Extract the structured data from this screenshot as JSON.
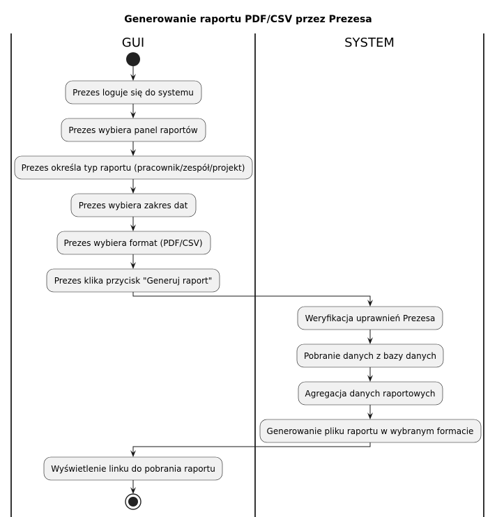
{
  "diagram": {
    "title": "Generowanie raportu PDF/CSV przez Prezesa",
    "lanes": [
      {
        "label": "GUI"
      },
      {
        "label": "SYSTEM"
      }
    ],
    "nodes": [
      {
        "id": "n1",
        "lane": 0,
        "text": "Prezes loguje się do systemu"
      },
      {
        "id": "n2",
        "lane": 0,
        "text": "Prezes wybiera panel raportów"
      },
      {
        "id": "n3",
        "lane": 0,
        "text": "Prezes określa typ raportu (pracownik/zespół/projekt)"
      },
      {
        "id": "n4",
        "lane": 0,
        "text": "Prezes wybiera zakres dat"
      },
      {
        "id": "n5",
        "lane": 0,
        "text": "Prezes wybiera format (PDF/CSV)"
      },
      {
        "id": "n6",
        "lane": 0,
        "text": "Prezes klika przycisk \"Generuj raport\""
      },
      {
        "id": "n7",
        "lane": 1,
        "text": "Weryfikacja uprawnień Prezesa"
      },
      {
        "id": "n8",
        "lane": 1,
        "text": "Pobranie danych z bazy danych"
      },
      {
        "id": "n9",
        "lane": 1,
        "text": "Agregacja danych raportowych"
      },
      {
        "id": "n10",
        "lane": 1,
        "text": "Generowanie pliku raportu w wybranym formacie"
      },
      {
        "id": "n11",
        "lane": 0,
        "text": "Wyświetlenie linku do pobrania raportu"
      }
    ],
    "colors": {
      "node_fill": "#f1f1f1",
      "node_border": "#181818",
      "line": "#181818",
      "start_node": "#222222"
    }
  }
}
